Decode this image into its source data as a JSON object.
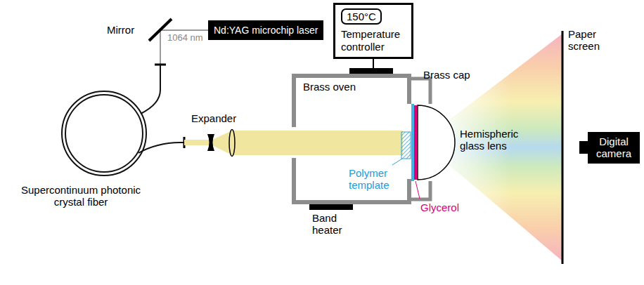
{
  "diagram": {
    "nodes": [
      {
        "text": [
          "Nd:YAG microchip laser"
        ]
      },
      {
        "text": [
          "Temperature controller"
        ]
      },
      {
        "text": [
          "150°C"
        ],
        "in": 1
      },
      {
        "text": [
          "Brass oven"
        ]
      },
      {
        "text": [
          "Digital camera"
        ]
      }
    ],
    "edges": [
      {
        "from": 1,
        "to": 3,
        "arrow": "none"
      }
    ],
    "labels": [
      "Mirror",
      "1064 nm",
      "Supercontinuum photonic crystal fiber",
      "Expander",
      "Brass cap",
      "Polymer template",
      "Glycerol",
      "Hemispheric glass lens",
      "Band heater",
      "Paper screen"
    ]
  }
}
